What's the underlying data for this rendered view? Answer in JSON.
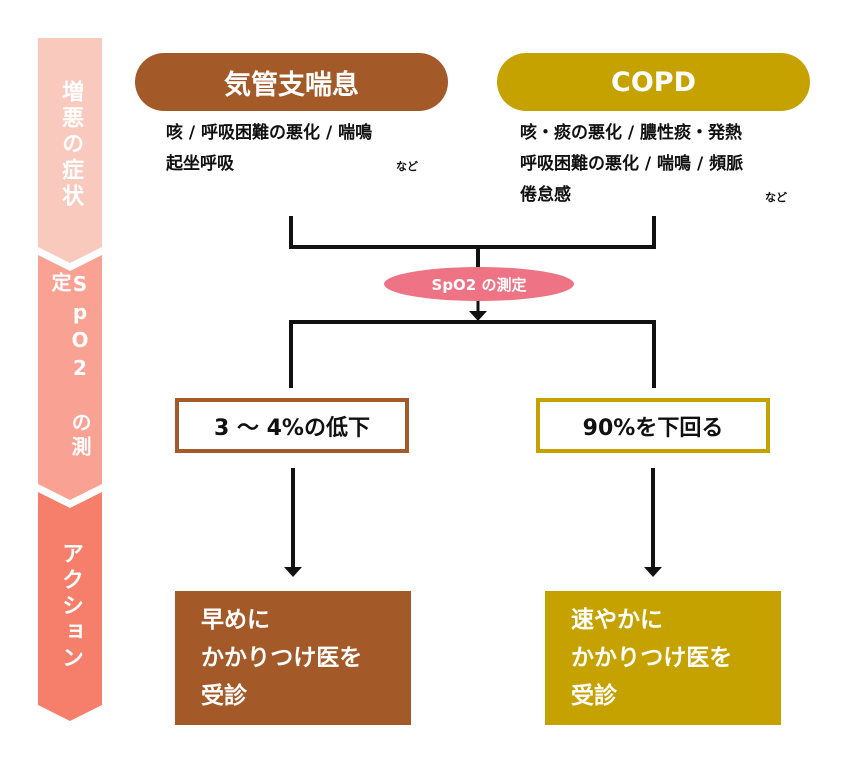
{
  "side_labels": {
    "symptoms": "増悪の症状",
    "measurement": "SpO2 の測定",
    "action": "アクション"
  },
  "asthma": {
    "title": "気管支喘息",
    "symptom_lines": [
      "咳 / 呼吸困難の悪化 / 喘鳴",
      "起坐呼吸"
    ],
    "etc": "など",
    "criterion": "3 〜 4%の低下",
    "action_lines": [
      "早めに",
      "かかりつけ医を",
      "受診"
    ]
  },
  "copd": {
    "title": "COPD",
    "symptom_lines": [
      "咳・痰の悪化 / 膿性痰・発熱",
      "呼吸困難の悪化 / 喘鳴 / 頻脈",
      "倦怠感"
    ],
    "etc": "など",
    "criterion": "90%を下回る",
    "action_lines": [
      "速やかに",
      "かかりつけ医を",
      "受診"
    ]
  },
  "spo2_badge": "SpO2 の測定",
  "colors": {
    "asthma": "#a45a28",
    "copd": "#c6a200",
    "chevron_light": "#f9c9bd",
    "chevron_mid": "#f9a192",
    "chevron_dark": "#f67f6c",
    "badge": "#ee7384"
  }
}
